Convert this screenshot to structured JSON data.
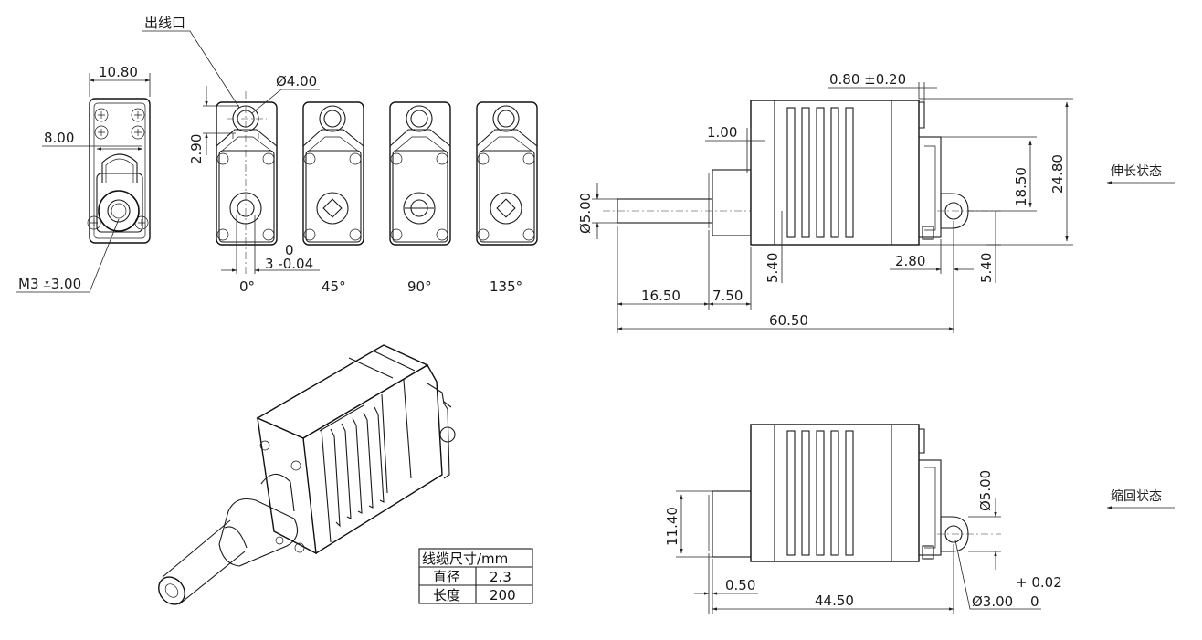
{
  "labels": {
    "outlet": "出线口",
    "extended_state": "伸长状态",
    "retracted_state": "缩回状态",
    "thread": "M3 ⩡3.00",
    "angles": [
      "0°",
      "45°",
      "90°",
      "135°"
    ]
  },
  "dims": {
    "d1080": "10.80",
    "d800": "8.00",
    "d290": "2.90",
    "dia400": "Ø4.00",
    "tol_top": "0",
    "tol_main": "3 -0.04",
    "d080": "0.80 ±0.20",
    "d100": "1.00",
    "dia500_v": "Ø5.00",
    "d1850": "18.50",
    "d2480": "24.80",
    "d540a": "5.40",
    "d280": "2.80",
    "d540b": "5.40",
    "d1650": "16.50",
    "d750": "7.50",
    "d6050": "60.50",
    "d1140": "11.40",
    "d050": "0.50",
    "d4450": "44.50",
    "dia500_r": "Ø5.00",
    "plus002": "+ 0.02",
    "dia300": "Ø3.00",
    "zero": "0"
  },
  "cable_table": {
    "header": "线缆尺寸/mm",
    "rows": [
      {
        "name": "直径",
        "value": "2.3"
      },
      {
        "name": "长度",
        "value": "200"
      }
    ]
  }
}
